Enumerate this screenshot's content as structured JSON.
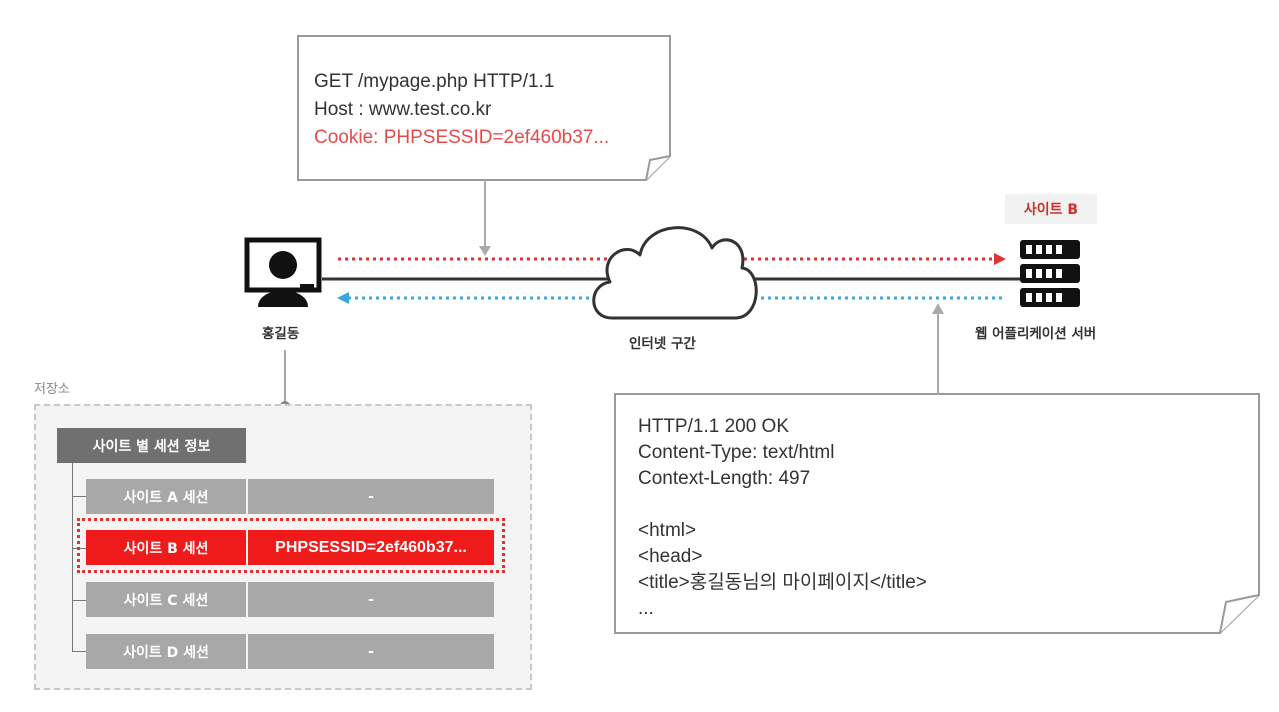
{
  "request": {
    "line1": "GET /mypage.php HTTP/1.1",
    "line2": "Host : www.test.co.kr",
    "cookie": "Cookie: PHPSESSID=2ef460b37..."
  },
  "response": {
    "lines": [
      "HTTP/1.1 200 OK",
      "Content-Type: text/html",
      "Context-Length: 497",
      "",
      "<html>",
      "<head>",
      "<title>홍길동님의 마이페이지</title>",
      "..."
    ]
  },
  "client": {
    "label": "홍길동",
    "icon": "user-computer-icon"
  },
  "internet": {
    "label": "인터넷 구간",
    "icon": "cloud-icon"
  },
  "server": {
    "tag": "사이트 B",
    "label": "웹 어플리케이션 서버",
    "icon": "server-rack-icon"
  },
  "storage": {
    "label": "저장소",
    "title": "사이트 별 세션 정보",
    "sessions": [
      {
        "name": "사이트 A 세션",
        "value": "-"
      },
      {
        "name": "사이트 B 세션",
        "value": "PHPSESSID=2ef460b37..."
      },
      {
        "name": "사이트 C 세션",
        "value": "-"
      },
      {
        "name": "사이트 D 세션",
        "value": "-"
      }
    ]
  },
  "colors": {
    "request_arrow": "#e53030",
    "response_arrow": "#3aa8e0",
    "highlight": "#ef1a1a",
    "session_gray": "#a8a8a8"
  }
}
